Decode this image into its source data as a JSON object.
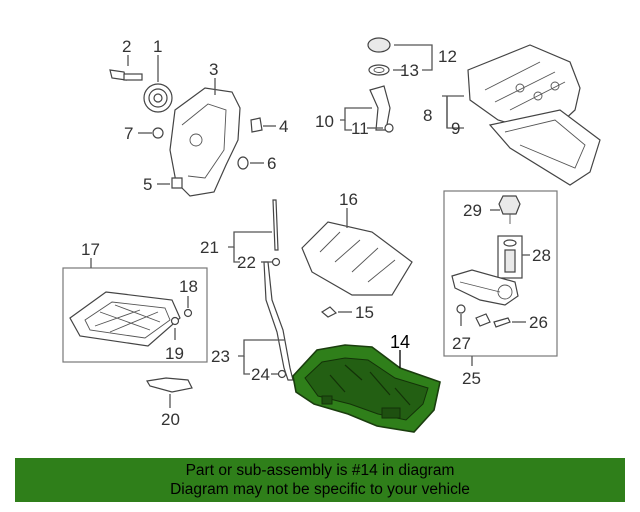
{
  "diagram": {
    "callouts": {
      "c1": "1",
      "c2": "2",
      "c3": "3",
      "c4": "4",
      "c5": "5",
      "c6": "6",
      "c7": "7",
      "c8": "8",
      "c9": "9",
      "c10": "10",
      "c11": "11",
      "c12": "12",
      "c13": "13",
      "c14": "14",
      "c15": "15",
      "c16": "16",
      "c17": "17",
      "c18": "18",
      "c19": "19",
      "c20": "20",
      "c21": "21",
      "c22": "22",
      "c23": "23",
      "c24": "24",
      "c25": "25",
      "c26": "26",
      "c27": "27",
      "c28": "28",
      "c29": "29"
    },
    "highlight_color": "#2f7f1a"
  },
  "banner": {
    "line1": "Part or sub-assembly is #14 in diagram",
    "line2": "Diagram may not be specific to your vehicle",
    "color": "#2f7f1a"
  }
}
